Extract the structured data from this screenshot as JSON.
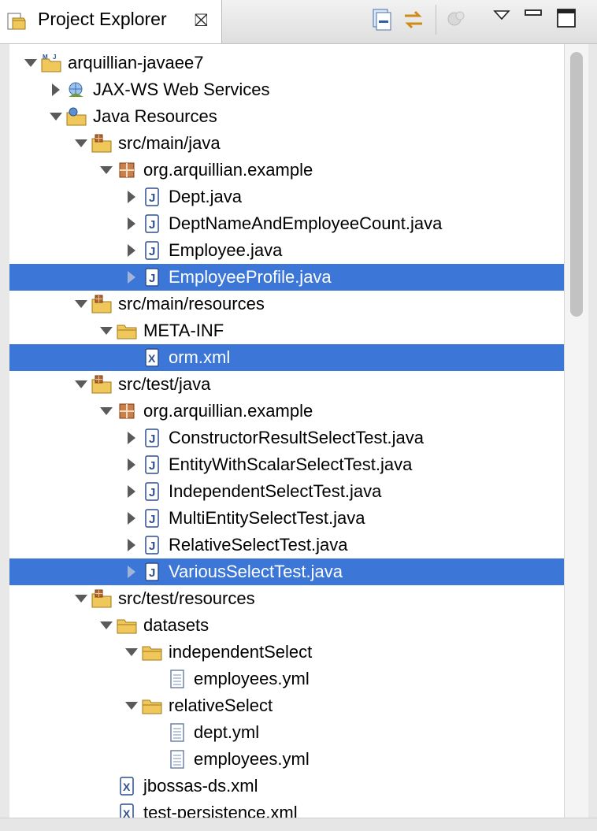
{
  "view": {
    "title": "Project Explorer",
    "close_glyph": "⛝",
    "toolbar": [
      {
        "name": "collapse-all-icon"
      },
      {
        "name": "link-with-editor-icon"
      },
      {
        "name": "filters-icon"
      },
      {
        "name": "view-menu-icon"
      },
      {
        "name": "minimize-icon"
      },
      {
        "name": "maximize-icon"
      }
    ]
  },
  "colors": {
    "selection": "#3c77d8",
    "folder": "#e3b341",
    "package": "#b5652b",
    "java_file_border": "#2f4f8f"
  },
  "tree": [
    {
      "label": "arquillian-javaee7",
      "icon": "project-icon",
      "twisty": "expanded",
      "selected": false
    },
    {
      "label": "JAX-WS Web Services",
      "icon": "web-services-icon",
      "twisty": "collapsed",
      "selected": false
    },
    {
      "label": "Java Resources",
      "icon": "java-resources-icon",
      "twisty": "expanded",
      "selected": false
    },
    {
      "label": "src/main/java",
      "icon": "source-folder-icon",
      "twisty": "expanded",
      "selected": false
    },
    {
      "label": "org.arquillian.example",
      "icon": "package-icon",
      "twisty": "expanded",
      "selected": false
    },
    {
      "label": "Dept.java",
      "icon": "java-file-icon",
      "twisty": "collapsed",
      "selected": false
    },
    {
      "label": "DeptNameAndEmployeeCount.java",
      "icon": "java-file-icon",
      "twisty": "collapsed",
      "selected": false
    },
    {
      "label": "Employee.java",
      "icon": "java-file-icon",
      "twisty": "collapsed",
      "selected": false
    },
    {
      "label": "EmployeeProfile.java",
      "icon": "java-file-icon",
      "twisty": "collapsed",
      "selected": true
    },
    {
      "label": "src/main/resources",
      "icon": "source-folder-icon",
      "twisty": "expanded",
      "selected": false
    },
    {
      "label": "META-INF",
      "icon": "folder-icon",
      "twisty": "expanded",
      "selected": false
    },
    {
      "label": "orm.xml",
      "icon": "xml-file-icon",
      "twisty": "none",
      "selected": true
    },
    {
      "label": "src/test/java",
      "icon": "source-folder-icon",
      "twisty": "expanded",
      "selected": false
    },
    {
      "label": "org.arquillian.example",
      "icon": "package-icon",
      "twisty": "expanded",
      "selected": false
    },
    {
      "label": "ConstructorResultSelectTest.java",
      "icon": "java-file-icon",
      "twisty": "collapsed",
      "selected": false
    },
    {
      "label": "EntityWithScalarSelectTest.java",
      "icon": "java-file-icon",
      "twisty": "collapsed",
      "selected": false
    },
    {
      "label": "IndependentSelectTest.java",
      "icon": "java-file-icon",
      "twisty": "collapsed",
      "selected": false
    },
    {
      "label": "MultiEntitySelectTest.java",
      "icon": "java-file-icon",
      "twisty": "collapsed",
      "selected": false
    },
    {
      "label": "RelativeSelectTest.java",
      "icon": "java-file-icon",
      "twisty": "collapsed",
      "selected": false
    },
    {
      "label": "VariousSelectTest.java",
      "icon": "java-file-icon",
      "twisty": "collapsed",
      "selected": true
    },
    {
      "label": "src/test/resources",
      "icon": "source-folder-icon",
      "twisty": "expanded",
      "selected": false
    },
    {
      "label": "datasets",
      "icon": "folder-icon",
      "twisty": "expanded",
      "selected": false
    },
    {
      "label": "independentSelect",
      "icon": "folder-icon",
      "twisty": "expanded",
      "selected": false
    },
    {
      "label": "employees.yml",
      "icon": "text-file-icon",
      "twisty": "none",
      "selected": false
    },
    {
      "label": "relativeSelect",
      "icon": "folder-icon",
      "twisty": "expanded",
      "selected": false
    },
    {
      "label": "dept.yml",
      "icon": "text-file-icon",
      "twisty": "none",
      "selected": false
    },
    {
      "label": "employees.yml",
      "icon": "text-file-icon",
      "twisty": "none",
      "selected": false
    },
    {
      "label": "jbossas-ds.xml",
      "icon": "xml-file-icon",
      "twisty": "none",
      "selected": false
    },
    {
      "label": "test-persistence.xml",
      "icon": "xml-file-icon",
      "twisty": "none",
      "selected": false
    }
  ]
}
